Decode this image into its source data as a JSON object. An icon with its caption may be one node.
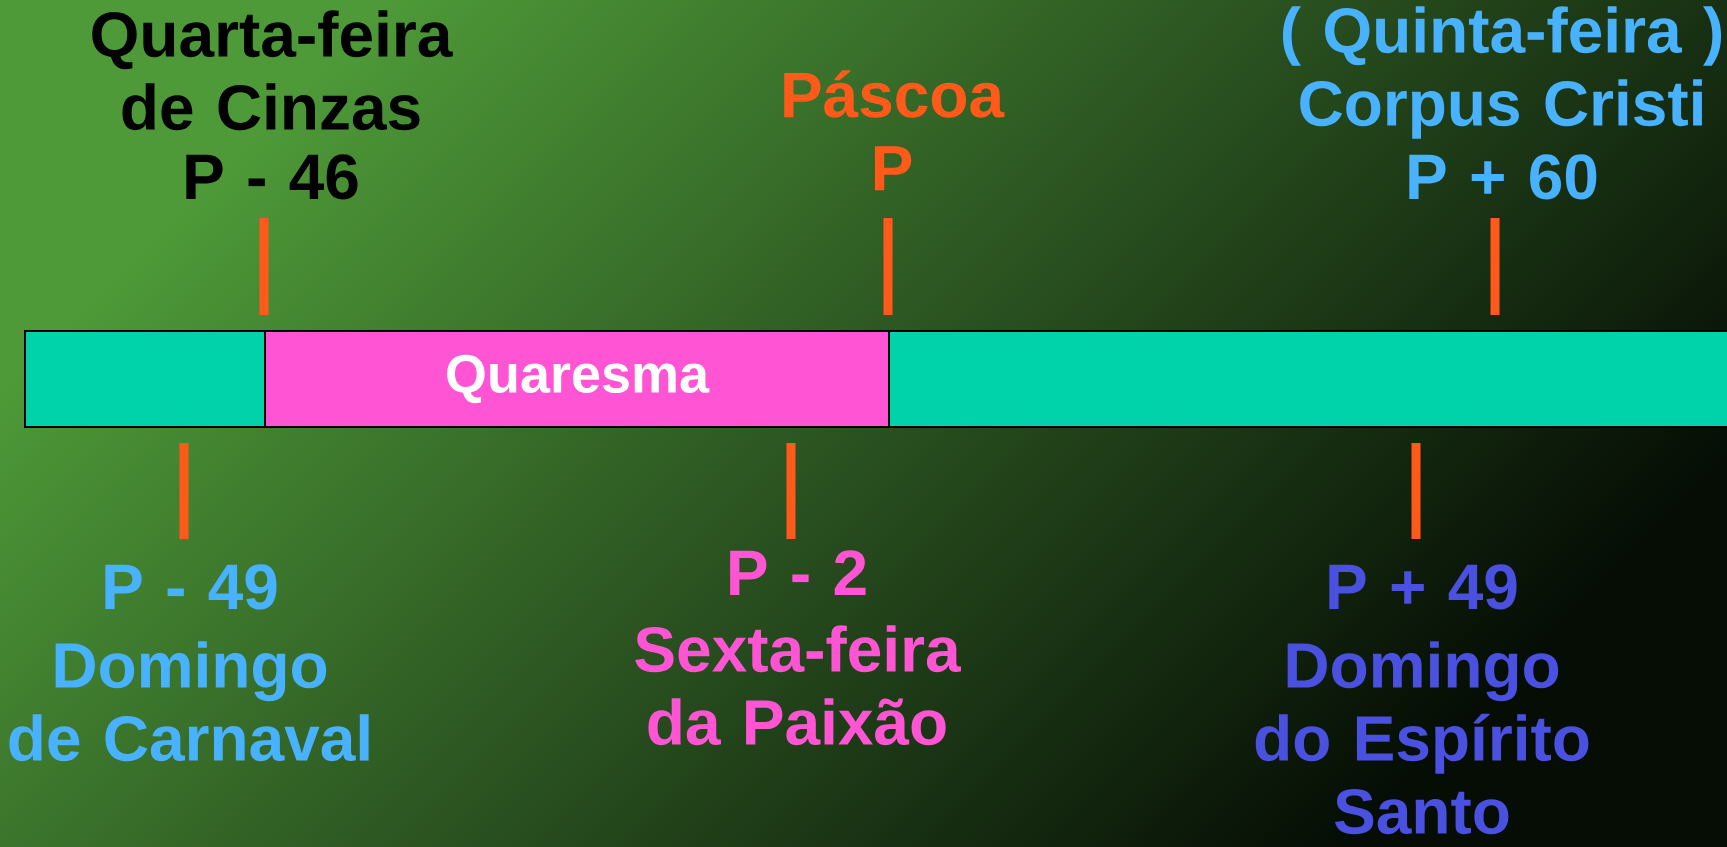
{
  "diagram": {
    "nodes": [
      {
        "text": [],
        "shape": "bar"
      },
      {
        "text": [
          "Quaresma"
        ]
      },
      {
        "text": [],
        "shape": "bar"
      }
    ],
    "labels": [
      "Quarta-feira de Cinzas",
      "P - 46",
      "Páscoa",
      "P",
      "( Quinta-feira ) Corpus Cristi",
      "P + 60",
      "P - 49",
      "Domingo de Carnaval",
      "P - 2",
      "Sexta-feira da Paixão",
      "P + 49",
      "Domingo do Espírito Santo"
    ]
  }
}
